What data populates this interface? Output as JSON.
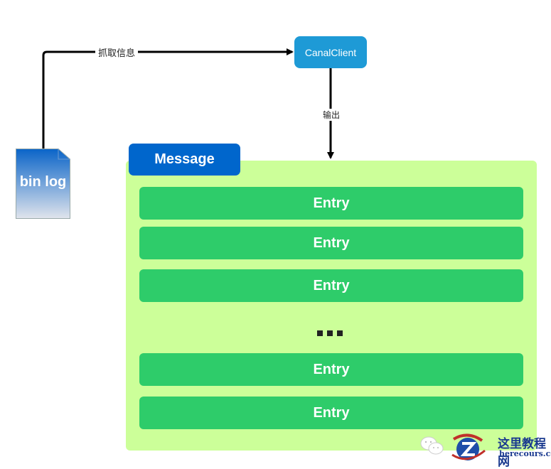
{
  "diagram": {
    "source": {
      "label": "bin log",
      "icon": "document-icon"
    },
    "edge_fetch": {
      "label": "抓取信息"
    },
    "client": {
      "label": "CanalClient"
    },
    "edge_output": {
      "label": "输出"
    },
    "message": {
      "title": "Message",
      "entries": [
        "Entry",
        "Entry",
        "Entry",
        "Entry",
        "Entry"
      ],
      "ellipsis": "..."
    }
  },
  "watermark": {
    "name_cn": "这里教程网",
    "domain": "herecours.com",
    "icons": [
      "wechat-icon",
      "z-logo-icon"
    ]
  },
  "colors": {
    "client": "#1e9ad6",
    "message_header": "#0066cc",
    "container": "#ccff99",
    "entry": "#2ecc6a",
    "binlog_top": "#0a64c8",
    "binlog_bottom": "#e0e4ec"
  }
}
